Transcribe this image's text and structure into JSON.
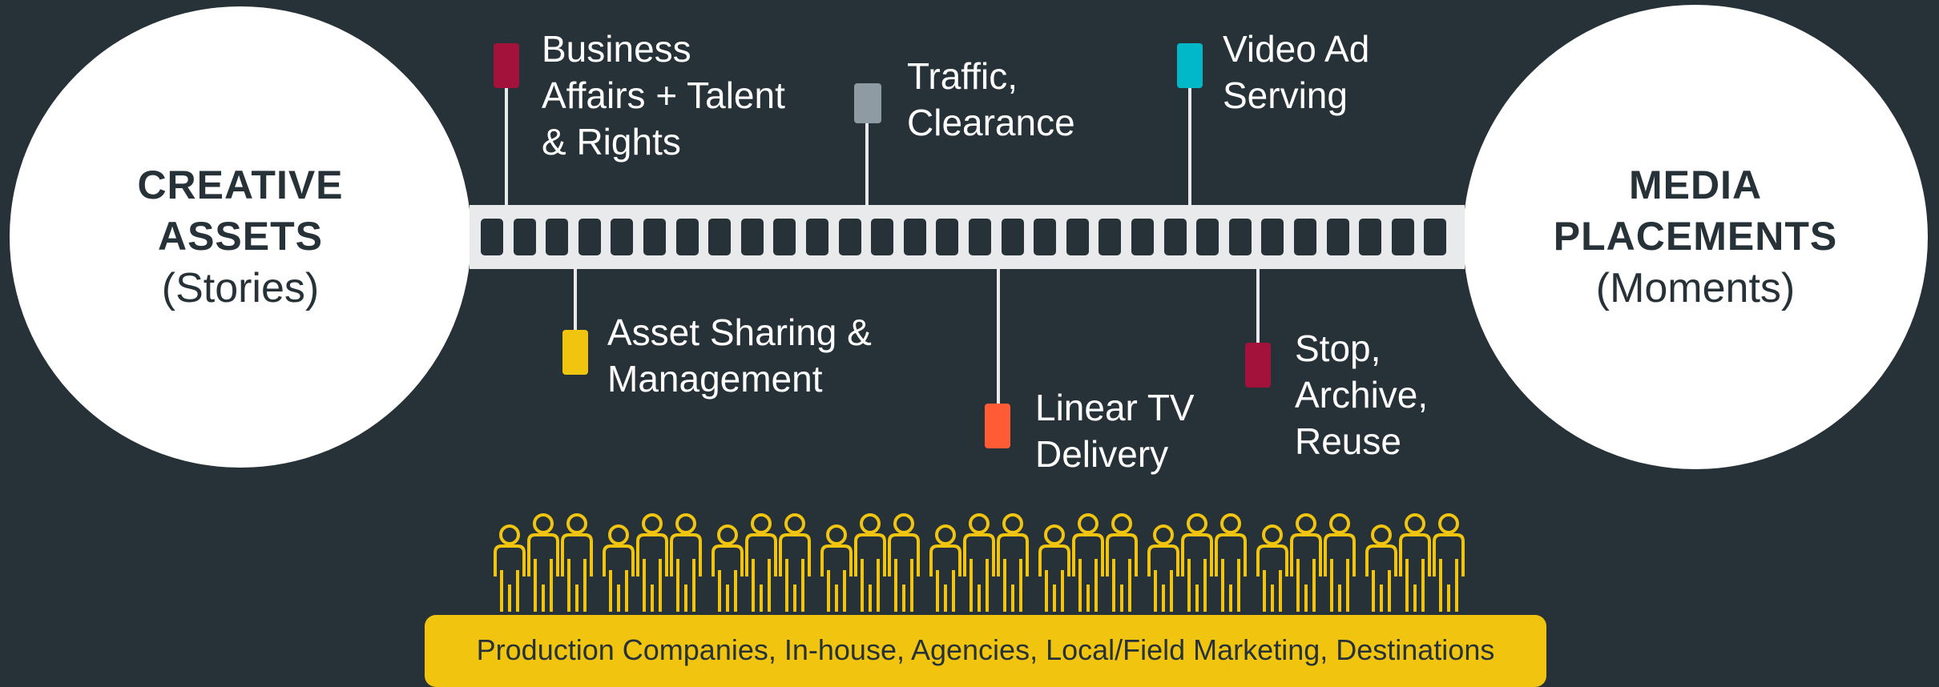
{
  "left_circle": {
    "title_lines": [
      "CREATIVE",
      "ASSETS"
    ],
    "subtitle": "(Stories)"
  },
  "right_circle": {
    "title_lines": [
      "MEDIA",
      "PLACEMENTS"
    ],
    "subtitle": "(Moments)"
  },
  "steps": [
    {
      "id": "business-affairs",
      "lines": [
        "Business",
        "Affairs + Talent",
        "& Rights"
      ],
      "color": "#a2123a",
      "position": "above"
    },
    {
      "id": "asset-sharing",
      "lines": [
        "Asset Sharing &",
        "Management"
      ],
      "color": "#f1c50f",
      "position": "below"
    },
    {
      "id": "traffic",
      "lines": [
        "Traffic,",
        "Clearance"
      ],
      "color": "#8f9ba3",
      "position": "above"
    },
    {
      "id": "linear-tv",
      "lines": [
        "Linear TV",
        "Delivery"
      ],
      "color": "#ff5c35",
      "position": "below"
    },
    {
      "id": "video-ad",
      "lines": [
        "Video Ad",
        "Serving"
      ],
      "color": "#00b8c8",
      "position": "above"
    },
    {
      "id": "stop-archive",
      "lines": [
        "Stop,",
        "Archive,",
        "Reuse"
      ],
      "color": "#a2123a",
      "position": "below"
    }
  ],
  "people_icon_color": "#f1c50f",
  "banner_text": "Production Companies, In-house, Agencies, Local/Field Marketing, Destinations"
}
